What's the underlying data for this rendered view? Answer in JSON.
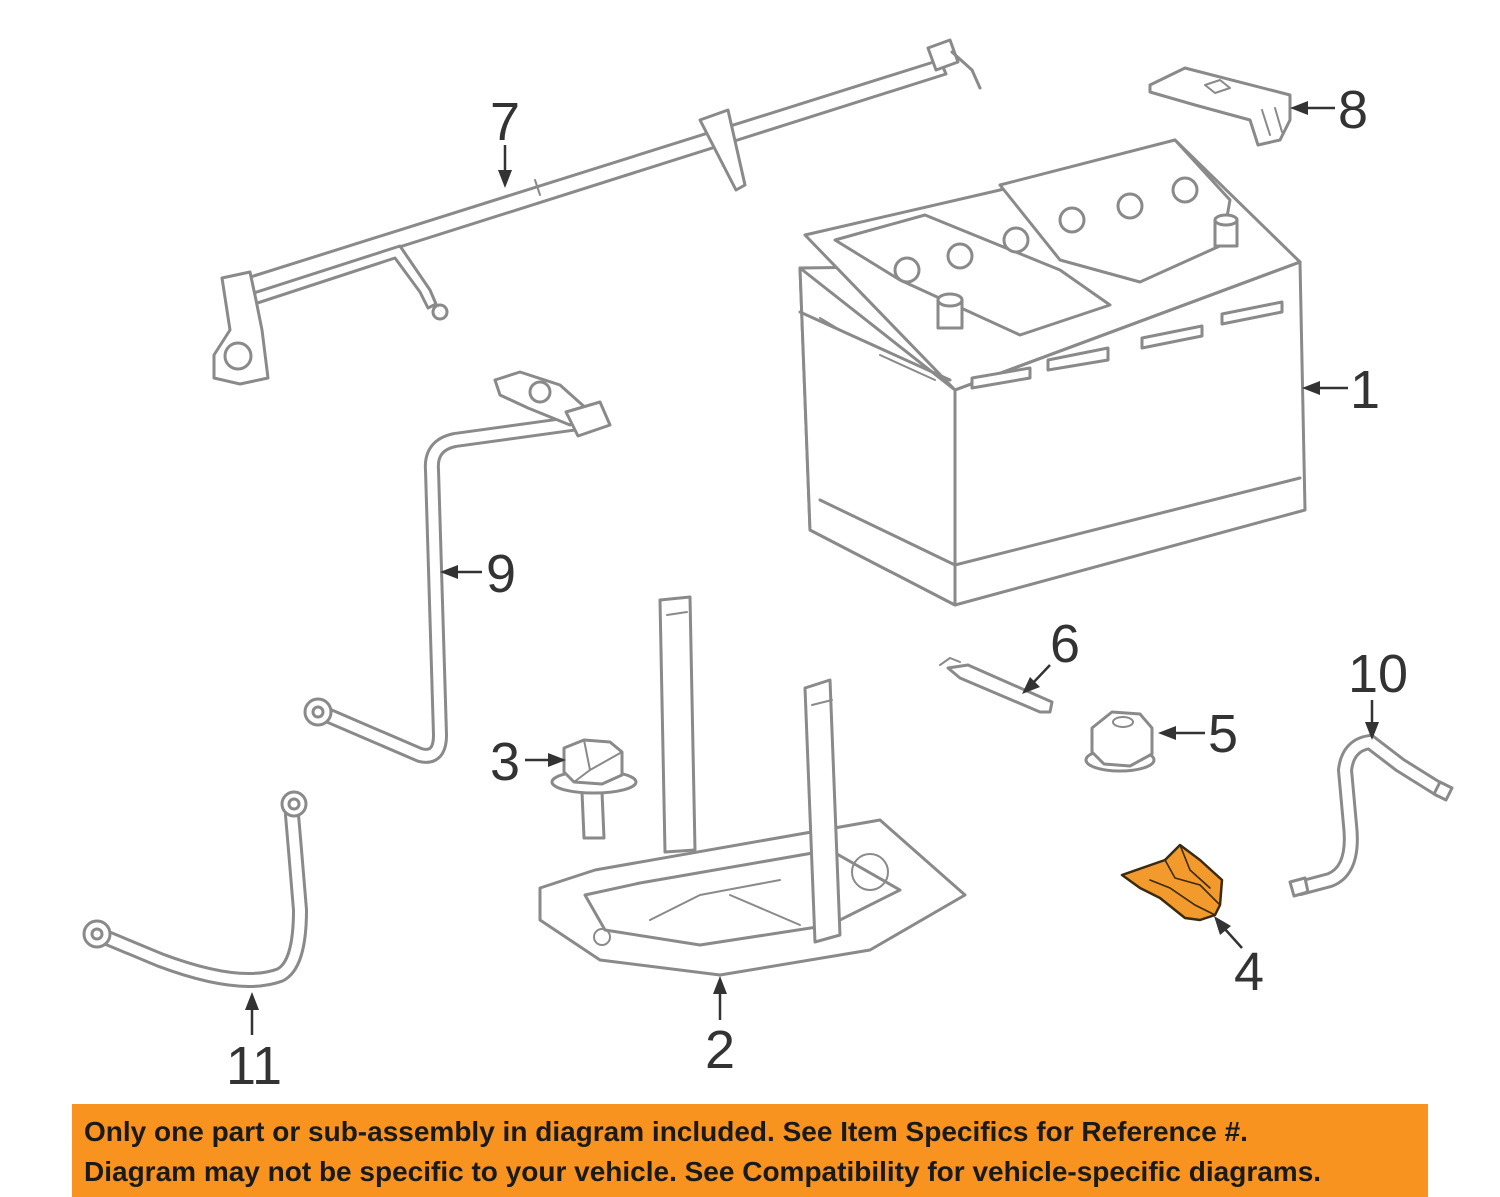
{
  "callouts": {
    "c1": "1",
    "c2": "2",
    "c3": "3",
    "c4": "4",
    "c5": "5",
    "c6": "6",
    "c7": "7",
    "c8": "8",
    "c9": "9",
    "c10": "10",
    "c11": "11"
  },
  "highlighted_part": "4",
  "colors": {
    "highlight": "#f39a2c",
    "banner": "#f7931e",
    "line_art": "#8a8a8a"
  },
  "notice": {
    "line1": "Only one part or sub-assembly in diagram included. See Item Specifics for Reference #.",
    "line2": "Diagram may not be specific to your vehicle. See Compatibility for vehicle-specific diagrams."
  }
}
